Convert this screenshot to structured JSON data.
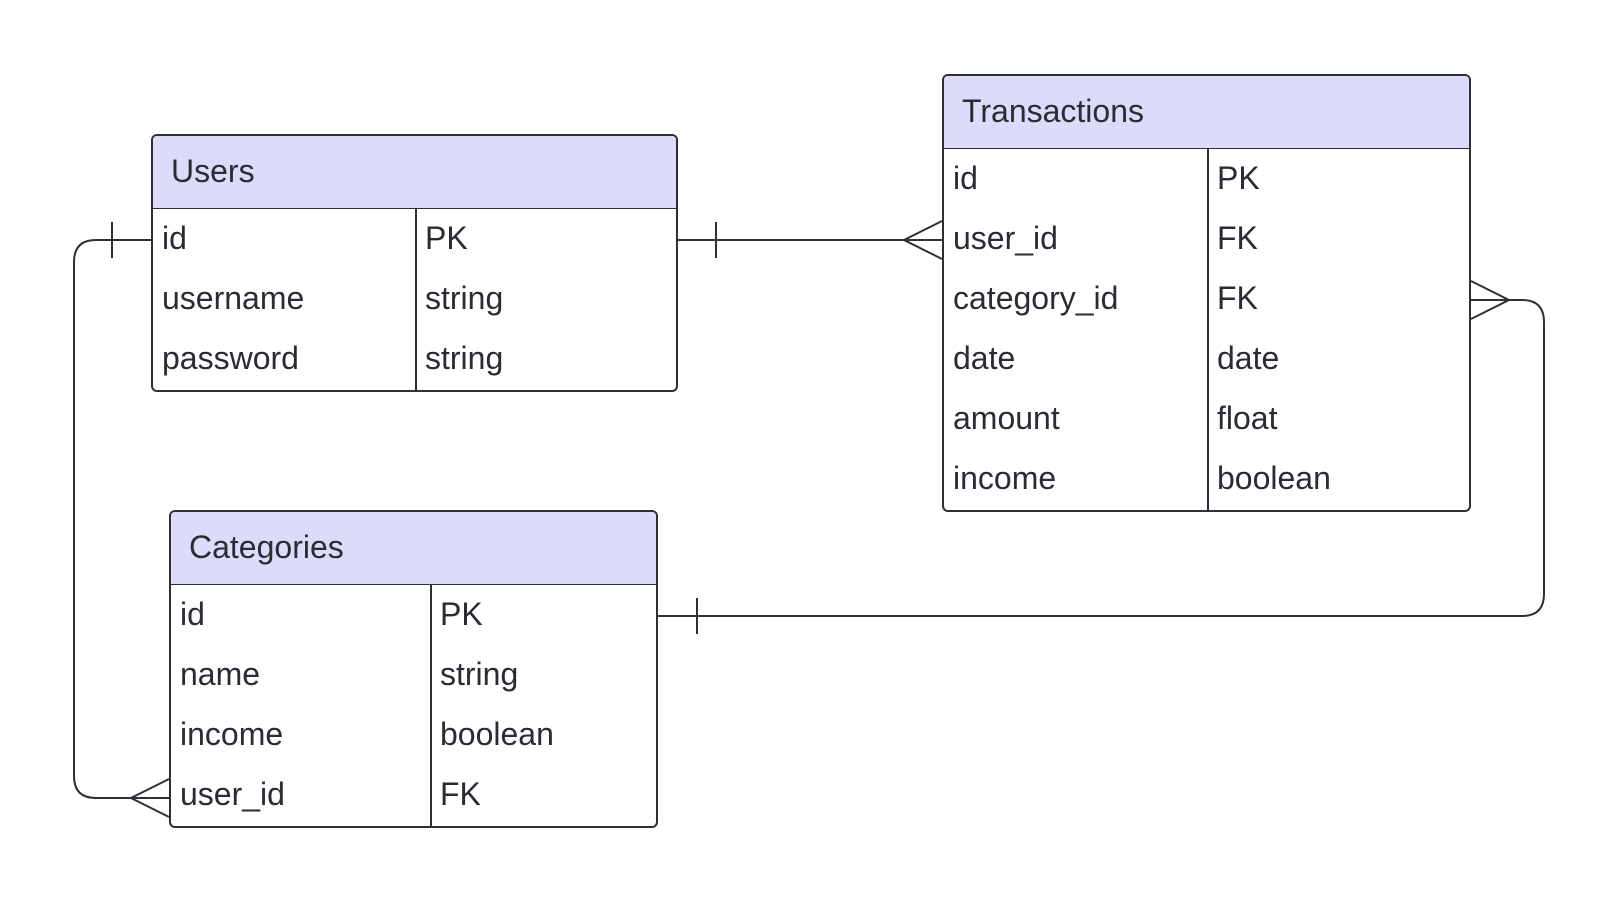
{
  "colors": {
    "header_fill": "#dcdcfa",
    "stroke": "#2f2f38",
    "text": "#2b2b33",
    "background": "#ffffff"
  },
  "entities": {
    "users": {
      "title": "Users",
      "rows": [
        {
          "name": "id",
          "type": "PK"
        },
        {
          "name": "username",
          "type": "string"
        },
        {
          "name": "password",
          "type": "string"
        }
      ]
    },
    "transactions": {
      "title": "Transactions",
      "rows": [
        {
          "name": "id",
          "type": "PK"
        },
        {
          "name": "user_id",
          "type": "FK"
        },
        {
          "name": "category_id",
          "type": "FK"
        },
        {
          "name": "date",
          "type": "date"
        },
        {
          "name": "amount",
          "type": "float"
        },
        {
          "name": "income",
          "type": "boolean"
        }
      ]
    },
    "categories": {
      "title": "Categories",
      "rows": [
        {
          "name": "id",
          "type": "PK"
        },
        {
          "name": "name",
          "type": "string"
        },
        {
          "name": "income",
          "type": "boolean"
        },
        {
          "name": "user_id",
          "type": "FK"
        }
      ]
    }
  },
  "relationships": [
    {
      "from": "Users.id",
      "from_cardinality": "one",
      "to": "Transactions.user_id",
      "to_cardinality": "many"
    },
    {
      "from": "Categories.id",
      "from_cardinality": "one",
      "to": "Transactions.category_id",
      "to_cardinality": "many"
    },
    {
      "from": "Users.id",
      "from_cardinality": "one",
      "to": "Categories.user_id",
      "to_cardinality": "many"
    }
  ]
}
